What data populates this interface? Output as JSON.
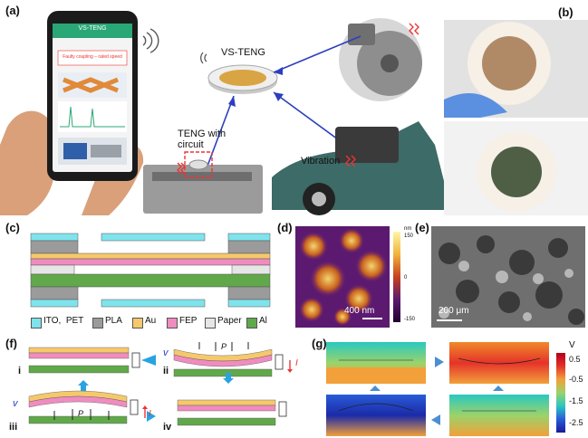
{
  "panel_labels": {
    "a": "(a)",
    "b": "(b)",
    "c": "(c)",
    "d": "(d)",
    "e": "(e)",
    "f": "(f)",
    "g": "(g)"
  },
  "panel_a": {
    "phone_title": "VS-TENG",
    "phone_alert": "Faulty coupling – rated speed",
    "device_label": "VS-TENG",
    "teng_circuit_label": "TENG with\ncircuit",
    "vibration_label": "Vibration"
  },
  "panel_c": {
    "legend": [
      {
        "label": "ITO,  PET",
        "color": "#7fe3ec"
      },
      {
        "label": "PLA",
        "color": "#9b9b9b"
      },
      {
        "label": "Au",
        "color": "#f5c96b"
      },
      {
        "label": "FEP",
        "color": "#f08cc0"
      },
      {
        "label": "Paper",
        "color": "#e6e6e6"
      },
      {
        "label": "Al",
        "color": "#61a84b"
      }
    ]
  },
  "panel_d": {
    "scale_bar": "400 nm",
    "colorbar_unit": "nm",
    "colorbar_max": "150",
    "colorbar_mid": "0",
    "colorbar_min": "-150"
  },
  "panel_e": {
    "scale_bar": "200 μm"
  },
  "panel_f": {
    "stage_i": "i",
    "stage_ii": "ii",
    "stage_iii": "iii",
    "stage_iv": "iv",
    "pressure": "P",
    "velocity": "v",
    "current": "I"
  },
  "panel_g": {
    "colorbar_unit": "V",
    "ticks": [
      "0.5",
      "-0.5",
      "-1.5",
      "-2.5"
    ]
  }
}
